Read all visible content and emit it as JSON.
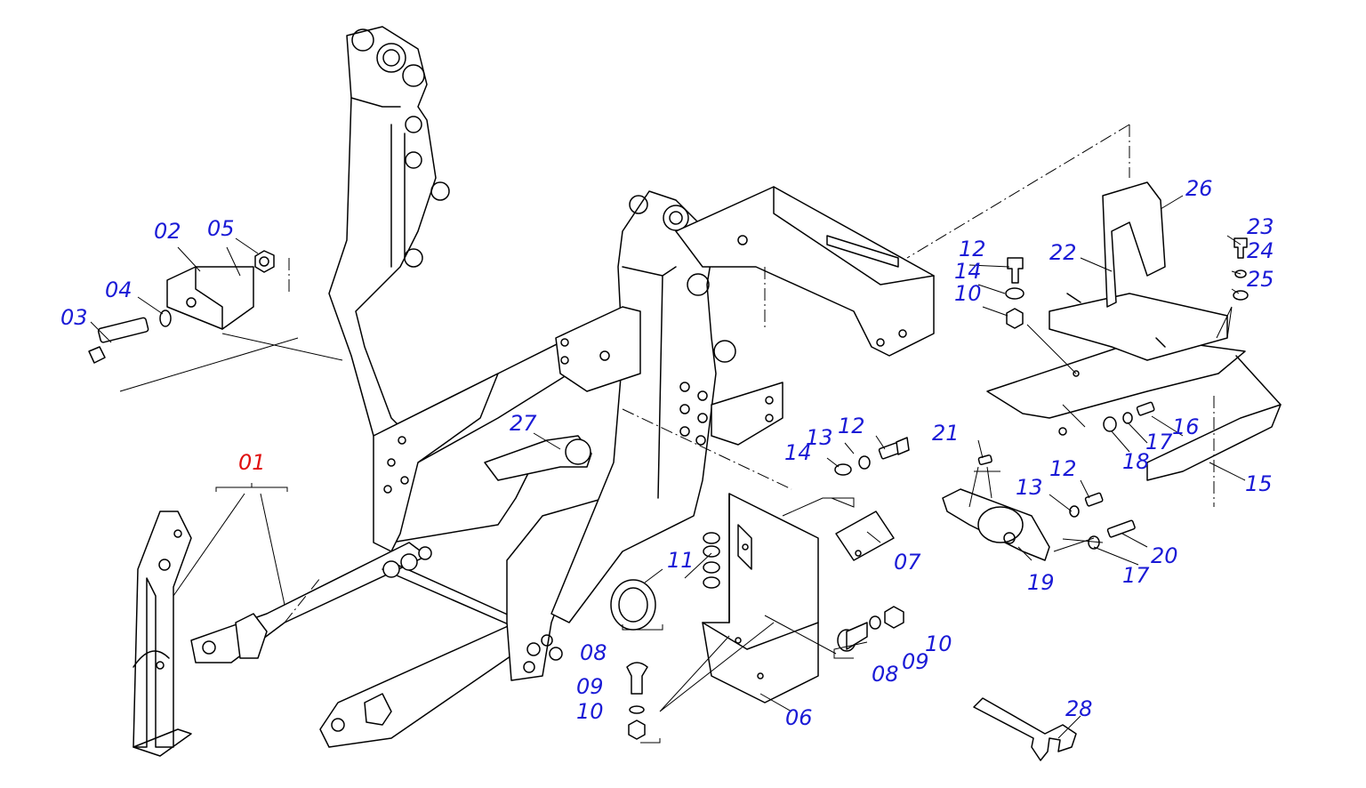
{
  "colors": {
    "label": "#1a1ad6",
    "assembly_label": "#e01010",
    "line": "#000000",
    "background": "#ffffff"
  },
  "labels": {
    "p01": "01",
    "p02": "02",
    "p03": "03",
    "p04": "04",
    "p05": "05",
    "p06": "06",
    "p07": "07",
    "p08a": "08",
    "p08b": "08",
    "p09a": "09",
    "p09b": "09",
    "p10a": "10",
    "p10b": "10",
    "p10c": "10",
    "p11": "11",
    "p12a": "12",
    "p12b": "12",
    "p12c": "12",
    "p13a": "13",
    "p13b": "13",
    "p14a": "14",
    "p14b": "14",
    "p15": "15",
    "p16": "16",
    "p17a": "17",
    "p17b": "17",
    "p18": "18",
    "p19": "19",
    "p20": "20",
    "p21": "21",
    "p22": "22",
    "p23": "23",
    "p24": "24",
    "p25": "25",
    "p26": "26",
    "p27": "27",
    "p28": "28"
  }
}
